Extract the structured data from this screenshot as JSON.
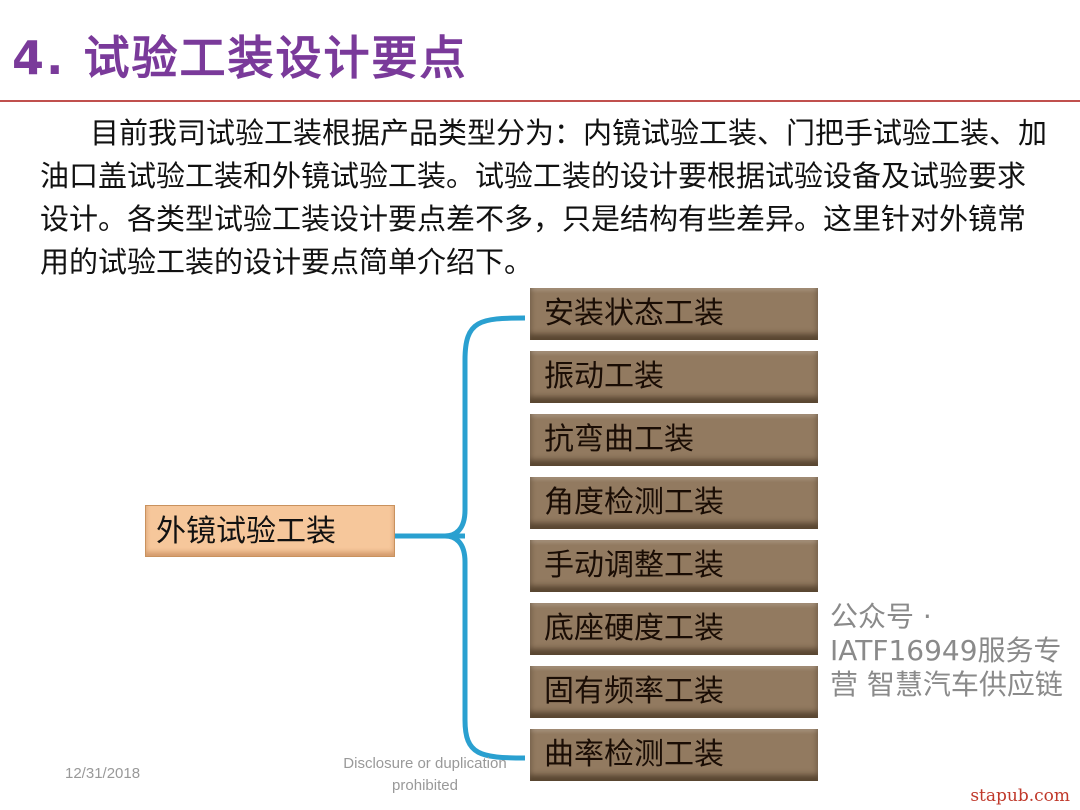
{
  "title": "4.  试验工装设计要点",
  "paragraph": "目前我司试验工装根据产品类型分为：内镜试验工装、门把手试验工装、加油口盖试验工装和外镜试验工装。试验工装的设计要根据试验设备及试验要求设计。各类型试验工装设计要点差不多，只是结构有些差异。这里针对外镜常用的试验工装的设计要点简单介绍下。",
  "root": "外镜试验工装",
  "items": [
    "安装状态工装",
    "振动工装",
    "抗弯曲工装",
    "角度检测工装",
    "手动调整工装",
    "底座硬度工装",
    "固有频率工装",
    "曲率检测工装"
  ],
  "footer": {
    "date": "12/31/2018",
    "notice": "Disclosure or duplication prohibited"
  },
  "watermark": "公众号 · IATF16949服务专营 智慧汽车供应链",
  "site": "stapub.com",
  "colors": {
    "title": "#7a3a9a",
    "rule": "#c0504d",
    "box": "#927a60",
    "root": "#f6c79b",
    "bracket": "#2aa0d0"
  }
}
